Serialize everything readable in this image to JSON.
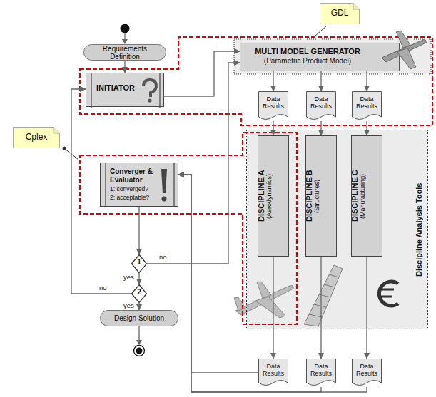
{
  "diagram": {
    "nodes": [
      {
        "text": [
          "Requirements Definition"
        ]
      },
      {
        "text": [
          "INITIATOR"
        ]
      },
      {
        "text": [
          "MULTI MODEL GENERATOR",
          "(Parametric Product Model)"
        ]
      },
      {
        "text": [
          "Data Results"
        ]
      },
      {
        "text": [
          "Data Results"
        ]
      },
      {
        "text": [
          "Data Results"
        ]
      },
      {
        "text": [
          "Discipline Analysis Tools"
        ]
      },
      {
        "text": [
          "DISCIPLINE A",
          "(Aerodynamics)"
        ],
        "in": 6
      },
      {
        "text": [
          "DISCIPLINE B",
          "(Structures)"
        ],
        "in": 6
      },
      {
        "text": [
          "DISCIPLINE C",
          "(Manufacturing)"
        ],
        "in": 6
      },
      {
        "text": [
          "Converger & Evaluator",
          "1: converged?",
          "2: acceptable?"
        ]
      },
      {
        "text": [
          "1"
        ]
      },
      {
        "text": [
          "2"
        ]
      },
      {
        "text": [
          "Design Solution"
        ]
      },
      {
        "text": [
          "Data Results"
        ]
      },
      {
        "text": [
          "Data Results"
        ]
      },
      {
        "text": [
          "Data Results"
        ]
      },
      {
        "text": [
          "GDL"
        ]
      },
      {
        "text": [
          "Cplex"
        ]
      }
    ],
    "edges": [
      {
        "from": 0,
        "to": 1,
        "arrow": "to"
      },
      {
        "from": 1,
        "to": 2,
        "arrow": "to"
      },
      {
        "from": 2,
        "to": 3,
        "arrow": "to"
      },
      {
        "from": 2,
        "to": 4,
        "arrow": "to"
      },
      {
        "from": 2,
        "to": 5,
        "arrow": "to"
      },
      {
        "from": 3,
        "to": 7,
        "arrow": "to"
      },
      {
        "from": 4,
        "to": 8,
        "arrow": "to"
      },
      {
        "from": 5,
        "to": 9,
        "arrow": "to"
      },
      {
        "from": 7,
        "to": 14,
        "arrow": "to"
      },
      {
        "from": 8,
        "to": 15,
        "arrow": "to"
      },
      {
        "from": 9,
        "to": 16,
        "arrow": "to"
      },
      {
        "from": 14,
        "to": 10,
        "arrow": "to"
      },
      {
        "from": 15,
        "to": 10,
        "arrow": "to"
      },
      {
        "from": 16,
        "to": 10,
        "arrow": "to"
      },
      {
        "from": 10,
        "to": 11,
        "arrow": "to"
      },
      {
        "from": 11,
        "to": 2,
        "label": "no",
        "arrow": "to"
      },
      {
        "from": 11,
        "to": 12,
        "label": "yes",
        "arrow": "to"
      },
      {
        "from": 12,
        "to": 1,
        "label": "no",
        "arrow": "to"
      },
      {
        "from": 12,
        "to": 13,
        "label": "yes",
        "arrow": "to"
      }
    ]
  }
}
